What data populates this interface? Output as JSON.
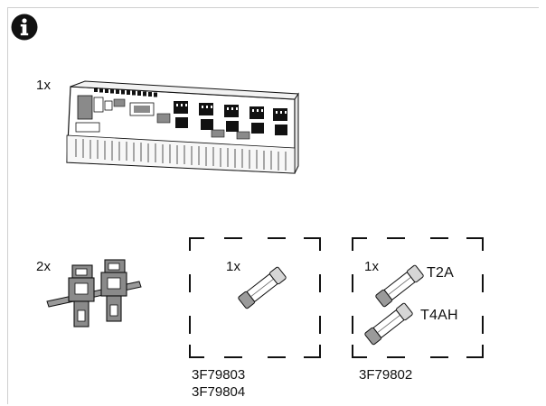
{
  "kit": {
    "controller": {
      "quantity": "1x"
    },
    "mount_clips": {
      "quantity": "2x"
    },
    "fuse_pack_a": {
      "quantity": "1x",
      "codes": [
        "3F79803",
        "3F79804"
      ]
    },
    "fuse_pack_b": {
      "quantity": "1x",
      "fuse_labels": [
        "T2A",
        "T4AH"
      ],
      "codes": [
        "3F79802"
      ]
    }
  },
  "icons": {
    "info": "info-icon"
  },
  "colors": {
    "line": "#111111",
    "gray": "#8a8a8a",
    "frame": "#cfcfcf"
  }
}
